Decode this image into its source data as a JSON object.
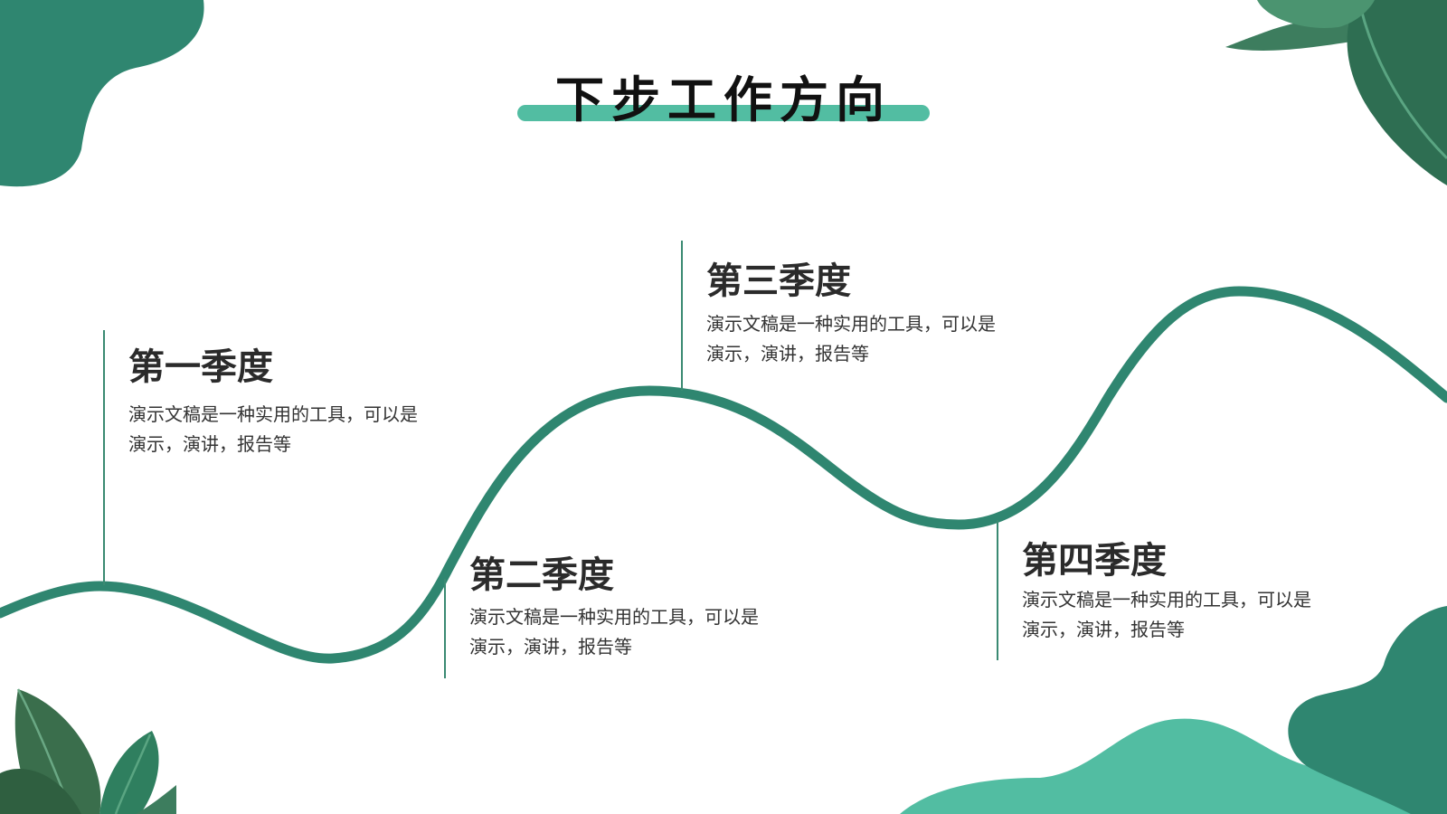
{
  "slide": {
    "title": "下步工作方向"
  },
  "quarters": [
    {
      "title": "第一季度",
      "desc_line1": "演示文稿是一种实用的工具，可以是",
      "desc_line2": "演示，演讲，报告等"
    },
    {
      "title": "第二季度",
      "desc_line1": "演示文稿是一种实用的工具，可以是",
      "desc_line2": "演示，演讲，报告等"
    },
    {
      "title": "第三季度",
      "desc_line1": "演示文稿是一种实用的工具，可以是",
      "desc_line2": "演示，演讲，报告等"
    },
    {
      "title": "第四季度",
      "desc_line1": "演示文稿是一种实用的工具，可以是",
      "desc_line2": "演示，演讲，报告等"
    }
  ],
  "colors": {
    "dark_green": "#2f8670",
    "light_green": "#52bda2",
    "leaf_green": "#3d7d5e",
    "title_text": "#111111",
    "body_text": "#333333"
  },
  "icons": {
    "top_left": "blob-shape",
    "top_right": "leaf-icon",
    "bottom_left": "leaf-icon",
    "bottom_right": "blob-shape"
  }
}
